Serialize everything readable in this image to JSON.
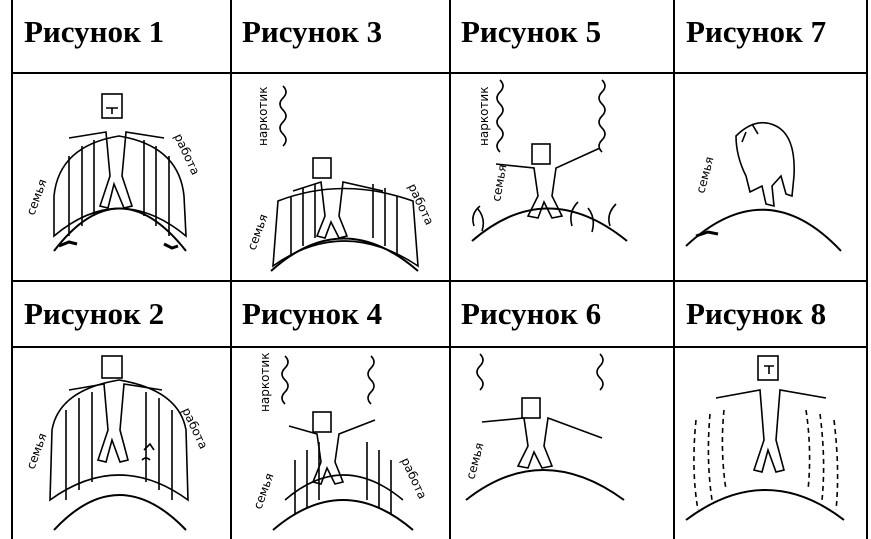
{
  "captions": [
    "Рисунок 1",
    "Рисунок 3",
    "Рисунок 5",
    "Рисунок 7",
    "Рисунок 2",
    "Рисунок 4",
    "Рисунок 6",
    "Рисунок 8"
  ],
  "words": {
    "family": "семья",
    "work": "работа",
    "drug": "наркотик"
  }
}
